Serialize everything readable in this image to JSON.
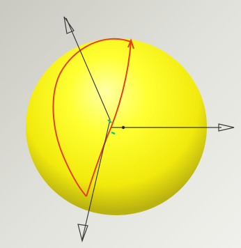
{
  "viewport": {
    "object": "sphere",
    "colors": {
      "background": "#d6d6cf",
      "sphere": "#ffff1e",
      "sphere_shadow": "#b9b210",
      "curve": "#e4401c",
      "axis": "#3a3a3a",
      "point_markers": "#19c07a"
    },
    "axes": [
      {
        "name": "axis-1",
        "icon": "arrowhead-outline"
      },
      {
        "name": "axis-2",
        "icon": "arrowhead-outline"
      },
      {
        "name": "axis-3",
        "icon": "arrowhead-outline"
      }
    ],
    "curves": [
      {
        "name": "sketch-curve-loop"
      },
      {
        "name": "sketch-curve-path"
      }
    ]
  }
}
